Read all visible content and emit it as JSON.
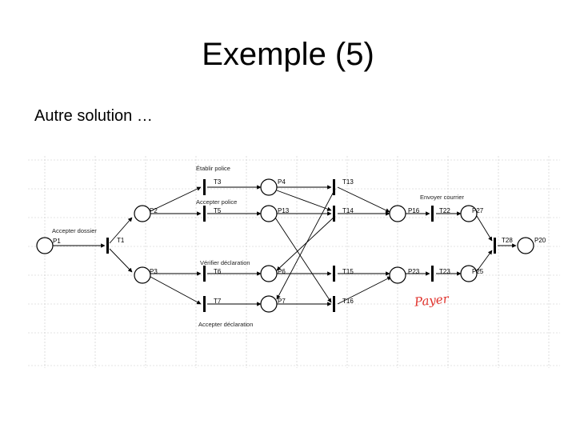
{
  "slide": {
    "title": "Exemple (5)",
    "subtitle": "Autre solution …"
  },
  "diagram": {
    "places": {
      "P1": "P1",
      "P2": "P2",
      "P3": "P3",
      "P4": "P4",
      "P13": "P13",
      "P6": "P6",
      "P7": "P7",
      "P16": "P16",
      "P27": "P27",
      "P23": "P23",
      "P25": "P25",
      "P20": "P20"
    },
    "transitions": {
      "T1": "T1",
      "T3": "T3",
      "T5": "T5",
      "T6": "T6",
      "T7": "T7",
      "T13": "T13",
      "T14": "T14",
      "T15": "T15",
      "T16": "T16",
      "T22": "T22",
      "T23": "T23",
      "T28": "T28"
    },
    "annotations": {
      "accepter_dossier": "Accepter dossier",
      "etablir_police": "Établir police",
      "accepter_police": "Accepter police",
      "envoyer_courrier": "Envoyer courrier",
      "verifier_declaration": "Vérifier déclaration",
      "accepter_declaration": "Accepter déclaration",
      "payer": "Payer"
    }
  }
}
